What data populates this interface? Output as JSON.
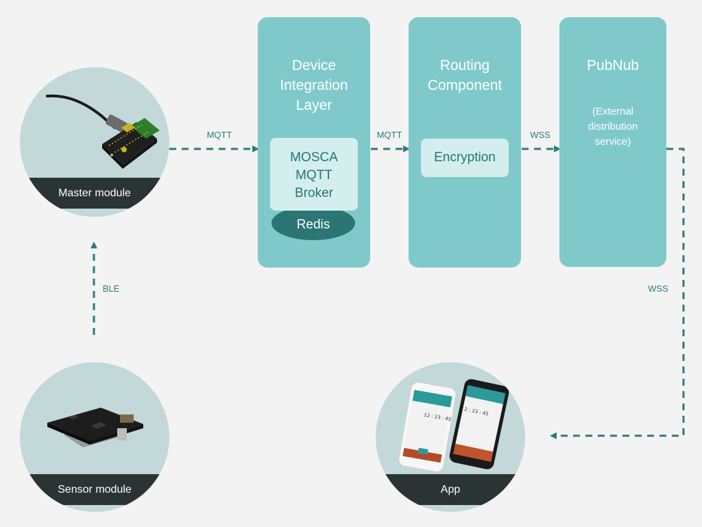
{
  "nodes": {
    "master": {
      "label": "Master module"
    },
    "sensor": {
      "label": "Sensor module"
    },
    "app": {
      "label": "App",
      "phone_timer_a": "12 : 23 : 45",
      "phone_timer_b": "2 : 23 : 45"
    }
  },
  "panels": {
    "device_integration": {
      "title_lines": [
        "Device",
        "Integration",
        "Layer"
      ],
      "broker_lines": [
        "MOSCA",
        "MQTT",
        "Broker"
      ],
      "store": "Redis"
    },
    "routing": {
      "title_lines": [
        "Routing",
        "Component"
      ],
      "box": "Encryption"
    },
    "pubnub": {
      "title": "PubNub",
      "sub_lines": [
        "(External",
        "distribution",
        "service)"
      ]
    }
  },
  "connections": {
    "master_to_dil": "MQTT",
    "dil_to_routing": "MQTT",
    "routing_to_pubnub": "WSS",
    "pubnub_to_app": "WSS",
    "sensor_to_master": "BLE"
  },
  "colors": {
    "background": "#f3f3f3",
    "panel": "#7fc9cb",
    "inner_box": "#d4eeee",
    "accent_dark": "#2b7575",
    "circle": "#c3d8d9",
    "label_band": "#2a3434",
    "connector": "#2f7a7b"
  }
}
